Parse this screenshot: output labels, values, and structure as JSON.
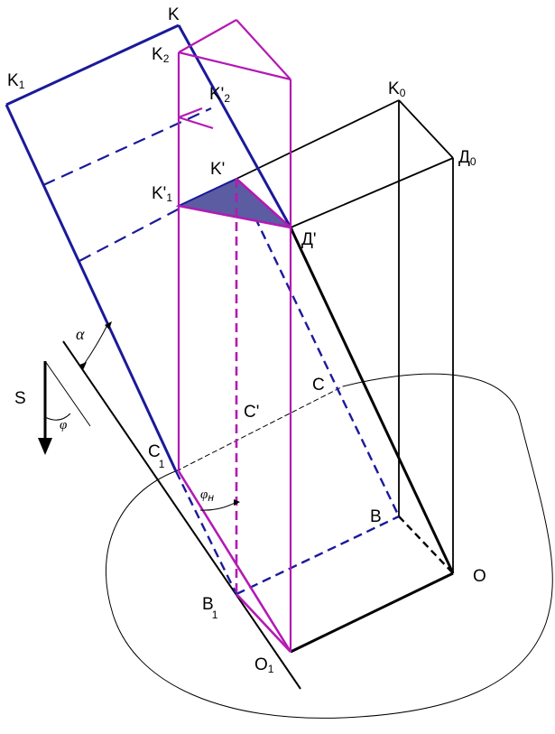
{
  "colors": {
    "blue": "#1a1a9a",
    "purple": "#b31ab3",
    "black": "#000000",
    "fill": "#5c5ca3"
  },
  "labels": {
    "K": "K",
    "K1": "K",
    "K1_sub": "1",
    "K2": "K",
    "K2_sub": "2",
    "K2p": "K'",
    "K2p_sub": "2",
    "K0": "K",
    "K0_sub": "0",
    "D0": "Д",
    "D0_sub": "0",
    "Kp": "K'",
    "K1p": "K'",
    "K1p_sub": "1",
    "Dp": "Д'",
    "C": "C",
    "Cp": "C'",
    "S": "S",
    "C1": "C",
    "C1_sub": "1",
    "B": "B",
    "O": "O",
    "B1": "B",
    "B1_sub": "1",
    "O1": "O",
    "O1_sub": "1",
    "alpha": "α",
    "phi": "φ",
    "phi_n": "φ",
    "phi_n_sub": "н"
  }
}
